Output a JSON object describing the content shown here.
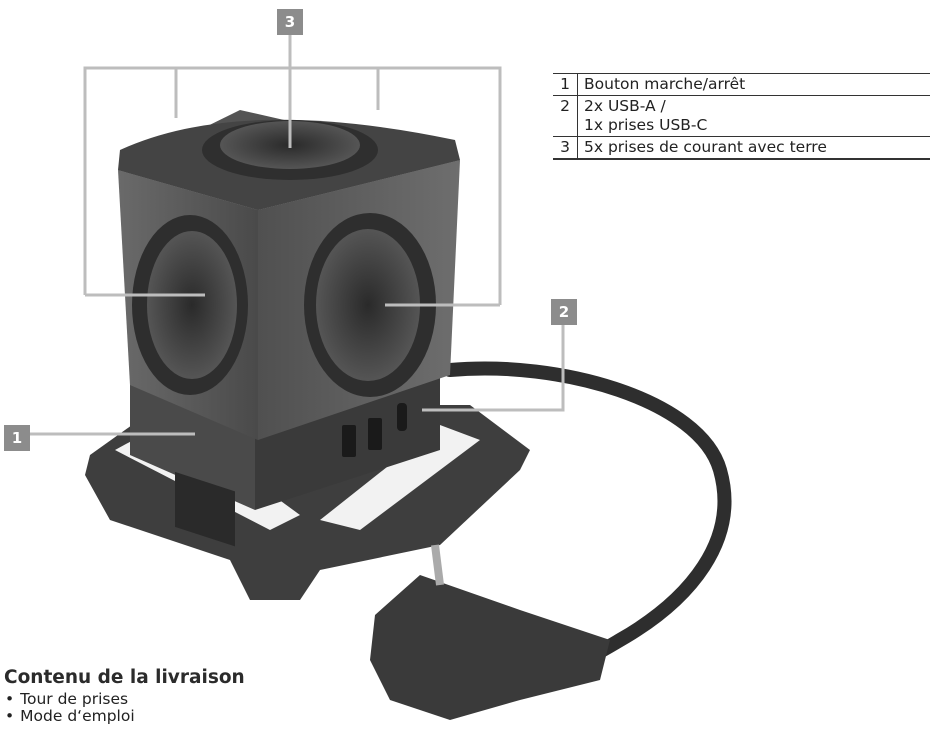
{
  "badges": {
    "b1": "1",
    "b2": "2",
    "b3": "3"
  },
  "legend": [
    {
      "num": "1",
      "text": "Bouton marche/arrêt"
    },
    {
      "num": "2",
      "text_line1": "2x USB-A /",
      "text_line2": "1x prises USB-C"
    },
    {
      "num": "3",
      "text": "5x prises de courant avec terre"
    }
  ],
  "contents": {
    "title": "Contenu de la livraison",
    "items": [
      "Tour de prises",
      "Mode d‘emploi"
    ]
  },
  "colors": {
    "badge": "#8c8c8c",
    "callout_line": "#bdbdbd",
    "device_dark": "#3c3c3c"
  }
}
